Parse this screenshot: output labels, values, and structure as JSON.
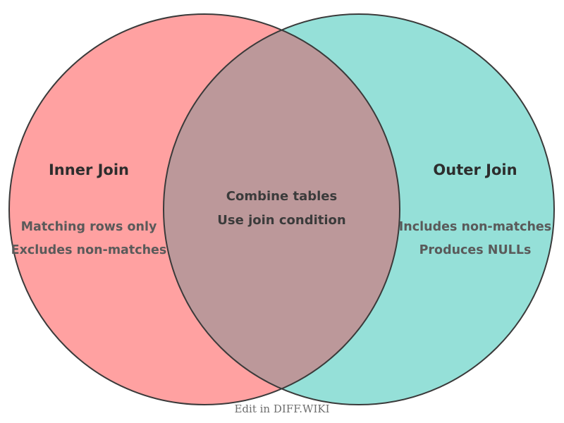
{
  "diagram": {
    "left": {
      "title": "Inner Join",
      "lines": [
        "Matching rows only",
        "Excludes non-matches"
      ]
    },
    "right": {
      "title": "Outer Join",
      "lines": [
        "Includes non-matches",
        "Produces NULLs"
      ]
    },
    "overlap": {
      "lines": [
        "Combine tables",
        "Use join condition"
      ]
    },
    "caption": "Edit in DIFF.WIKI"
  },
  "colors": {
    "inner_fill": "#ffa1a1",
    "outer_fill": "#95e0d8",
    "overlap_fill": "#bc989a",
    "outline": "#3a3a3a",
    "title_text": "#2d2d2d",
    "detail_text": "#5a5a5a",
    "overlap_text": "#3b3b3b",
    "caption_text": "#6e6e6e",
    "background": "#ffffff"
  }
}
